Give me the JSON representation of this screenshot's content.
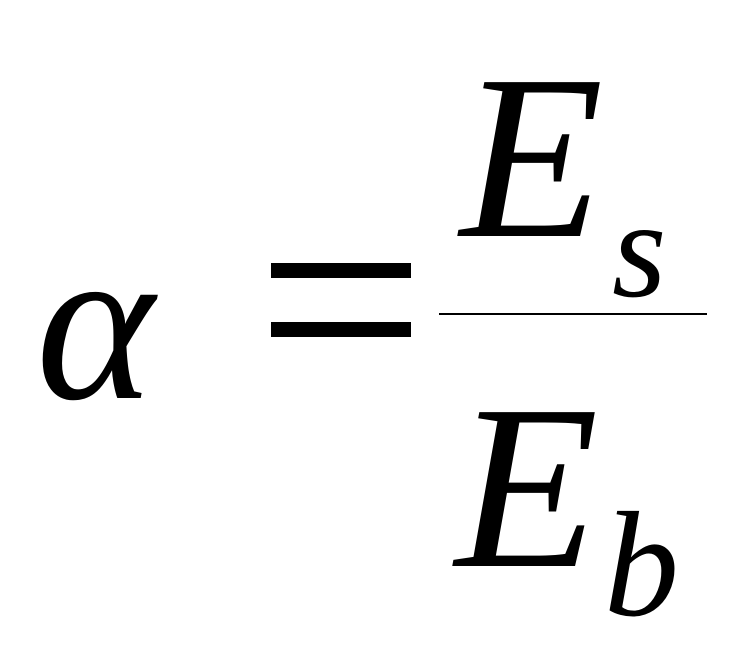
{
  "formula": {
    "lhs": "α",
    "operator": "=",
    "numerator": {
      "base": "E",
      "subscript": "s"
    },
    "denominator": {
      "base": "E",
      "subscript": "b"
    }
  }
}
